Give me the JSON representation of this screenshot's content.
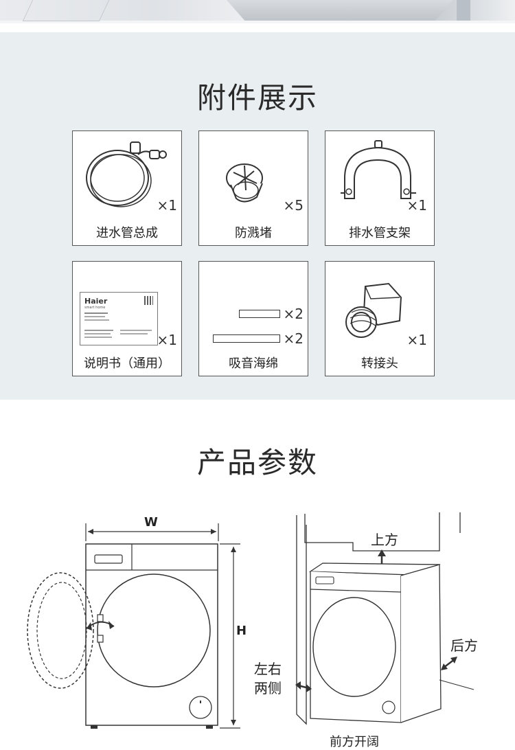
{
  "accessories": {
    "title": "附件展示",
    "items": [
      {
        "label": "进水管总成",
        "qty": "×1"
      },
      {
        "label": "防溅堵",
        "qty": "×5"
      },
      {
        "label": "排水管支架",
        "qty": "×1"
      },
      {
        "label": "说明书（通用）",
        "qty": "×1",
        "brand": "Haier",
        "brand_sub": "smart home"
      },
      {
        "label": "吸音海绵",
        "qty_a": "×2",
        "qty_b": "×2"
      },
      {
        "label": "转接头",
        "qty": "×1"
      }
    ]
  },
  "parameters": {
    "title": "产品参数",
    "width_label": "W",
    "height_label": "H",
    "top_label": "上方",
    "rear_label": "后方",
    "side_label_1": "左右",
    "side_label_2": "两侧",
    "front_label": "前方开阔"
  }
}
